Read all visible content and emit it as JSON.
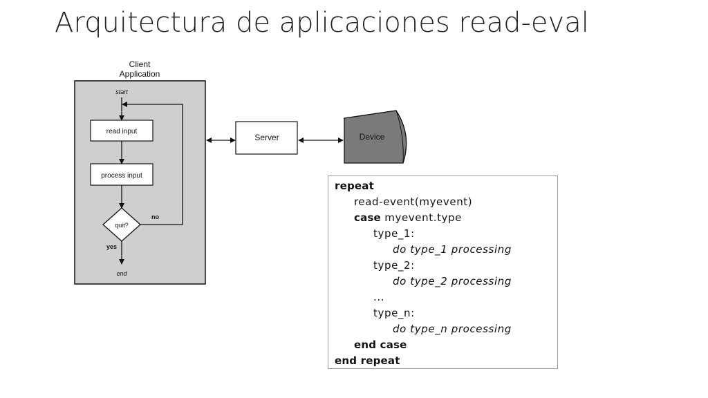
{
  "slide": {
    "title": "Arquitectura de aplicaciones read-eval"
  },
  "diagram": {
    "client_label_line1": "Client",
    "client_label_line2": "Application",
    "start": "start",
    "read_input": "read input",
    "process_input": "process input",
    "quit": "quit?",
    "no": "no",
    "yes": "yes",
    "end": "end",
    "server": "Server",
    "device": "Device"
  },
  "code": {
    "lines": [
      {
        "text": "repeat",
        "style": "keyword",
        "indent": 0
      },
      {
        "text": "read-event(myevent)",
        "style": "normal",
        "indent": 1
      },
      {
        "keyword": "case",
        "rest": " myevent.type",
        "style": "mixed",
        "indent": 1
      },
      {
        "text": "type_1:",
        "style": "normal",
        "indent": 2
      },
      {
        "text": "do type_1 processing",
        "style": "italic",
        "indent": 3
      },
      {
        "text": "type_2:",
        "style": "normal",
        "indent": 2
      },
      {
        "text": "do type_2 processing",
        "style": "italic",
        "indent": 3
      },
      {
        "text": "...",
        "style": "normal",
        "indent": 2
      },
      {
        "text": "type_n:",
        "style": "normal",
        "indent": 2
      },
      {
        "text": "do type_n processing",
        "style": "italic",
        "indent": 3
      },
      {
        "text": "end case",
        "style": "keyword",
        "indent": 1
      },
      {
        "text": "end repeat",
        "style": "keyword",
        "indent": 0
      }
    ]
  },
  "colors": {
    "client_panel": "#cfcfcf",
    "device_fill": "#7a7a7a"
  }
}
